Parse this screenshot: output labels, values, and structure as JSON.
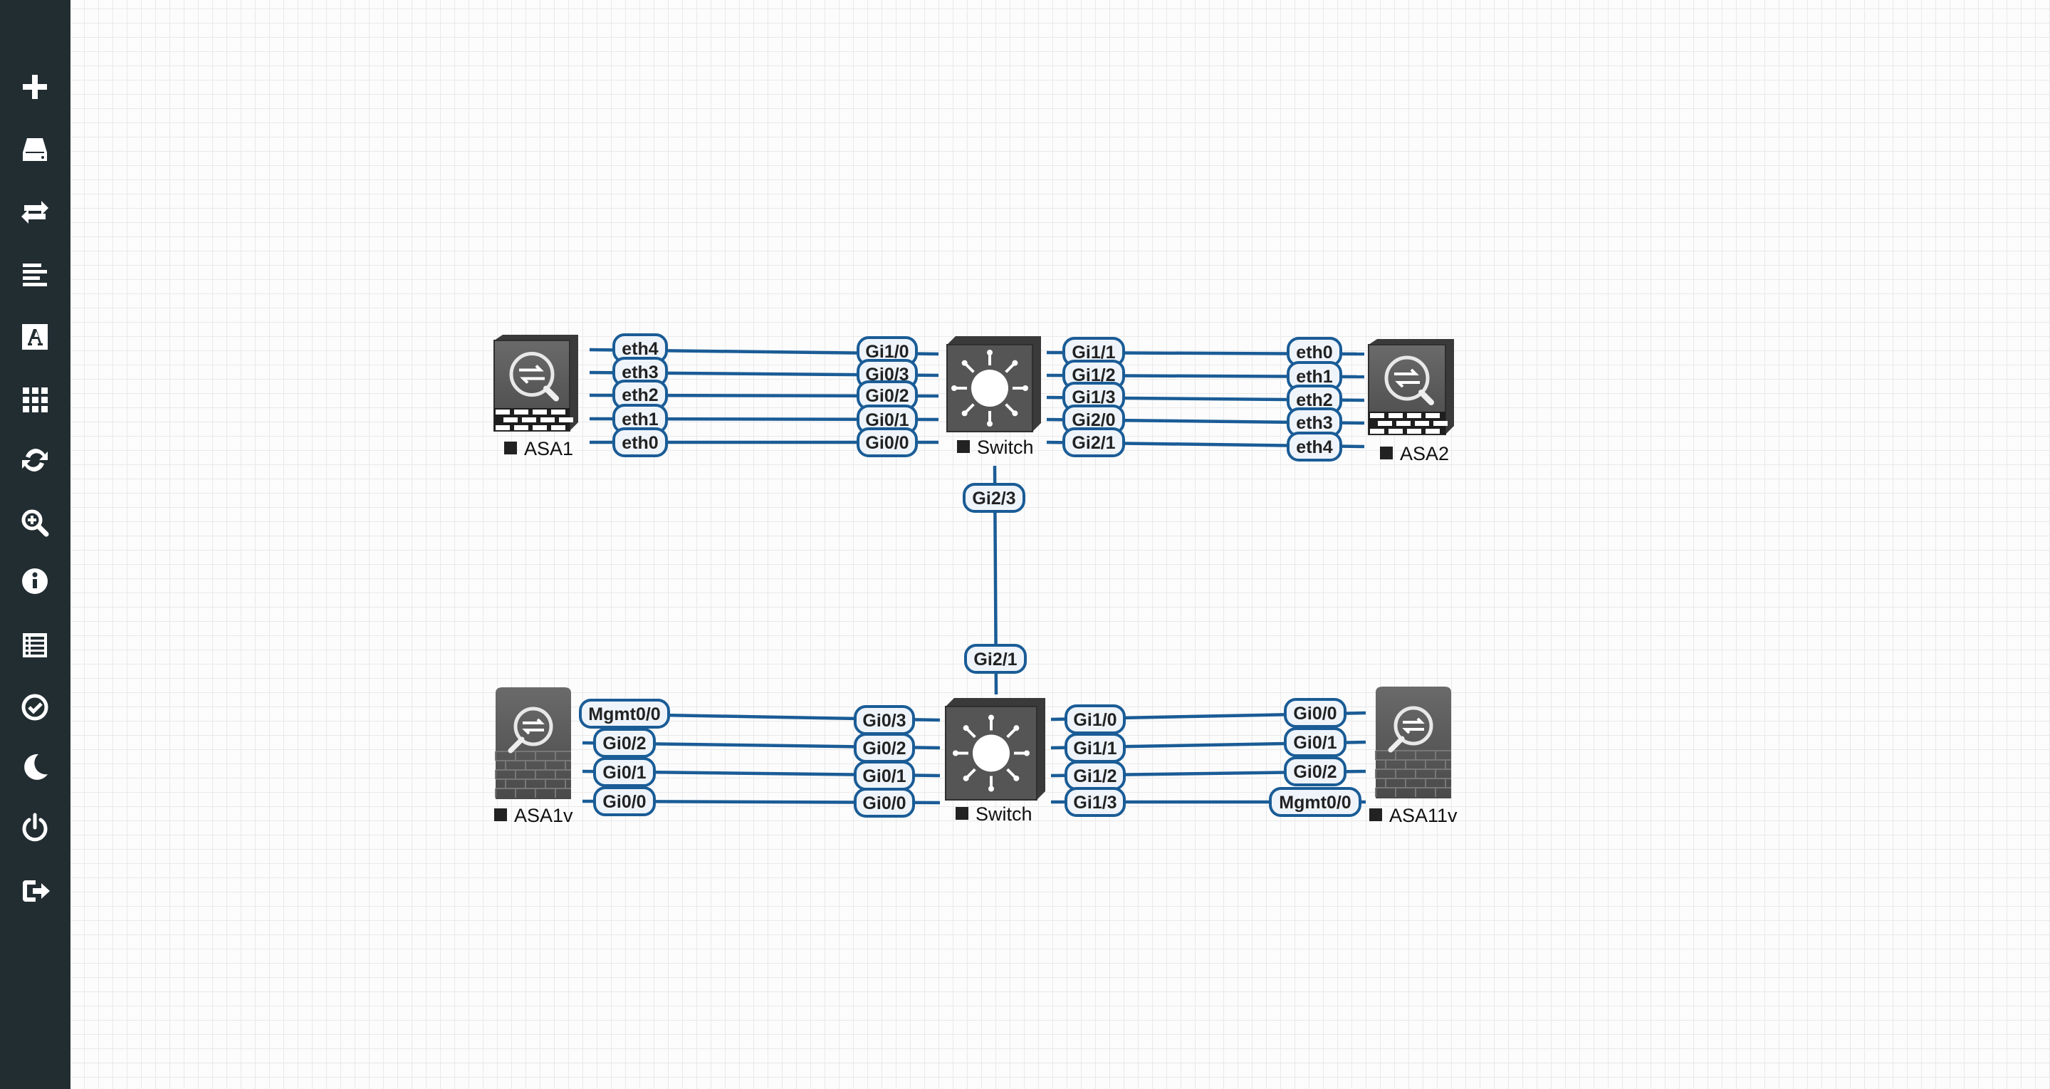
{
  "sidebar": {
    "tools": [
      {
        "icon": "plus-icon",
        "name": "add-object-tool"
      },
      {
        "icon": "hdd-icon",
        "name": "nodes-tool"
      },
      {
        "icon": "exchange-icon",
        "name": "networks-tool"
      },
      {
        "icon": "align-left-icon",
        "name": "startup-configs-tool"
      },
      {
        "icon": "font-icon",
        "name": "text-tool"
      },
      {
        "icon": "grid-icon",
        "name": "pictures-tool"
      },
      {
        "icon": "refresh-icon",
        "name": "refresh-topology-tool"
      },
      {
        "icon": "zoom-in-icon",
        "name": "zoom-tool"
      },
      {
        "icon": "info-icon",
        "name": "lab-details-tool"
      },
      {
        "icon": "list-icon",
        "name": "lab-list-tool"
      },
      {
        "icon": "check-circle-icon",
        "name": "status-tool"
      },
      {
        "icon": "moon-icon",
        "name": "dark-mode-tool"
      },
      {
        "icon": "power-icon",
        "name": "close-lab-tool"
      },
      {
        "icon": "sign-out-icon",
        "name": "logout-tool"
      }
    ]
  },
  "colors": {
    "sidebar_bg": "#222d32",
    "link": "#1a5c96",
    "port_label_bg": "#eef4fa",
    "device": "#525252"
  },
  "nodes": [
    {
      "id": "asa1",
      "label": "ASA1",
      "type": "asa-firewall"
    },
    {
      "id": "switch1",
      "label": "Switch",
      "type": "l3-switch"
    },
    {
      "id": "asa2",
      "label": "ASA2",
      "type": "asa-firewall"
    },
    {
      "id": "asa1v",
      "label": "ASA1v",
      "type": "asav-firewall"
    },
    {
      "id": "switch2",
      "label": "Switch",
      "type": "l3-switch"
    },
    {
      "id": "asa11v",
      "label": "ASA11v",
      "type": "asav-firewall"
    }
  ],
  "links": [
    {
      "from": "asa1",
      "from_port": "eth4",
      "to": "switch1",
      "to_port": "Gi1/0"
    },
    {
      "from": "asa1",
      "from_port": "eth3",
      "to": "switch1",
      "to_port": "Gi0/3"
    },
    {
      "from": "asa1",
      "from_port": "eth2",
      "to": "switch1",
      "to_port": "Gi0/2"
    },
    {
      "from": "asa1",
      "from_port": "eth1",
      "to": "switch1",
      "to_port": "Gi0/1"
    },
    {
      "from": "asa1",
      "from_port": "eth0",
      "to": "switch1",
      "to_port": "Gi0/0"
    },
    {
      "from": "switch1",
      "from_port": "Gi1/1",
      "to": "asa2",
      "to_port": "eth0"
    },
    {
      "from": "switch1",
      "from_port": "Gi1/2",
      "to": "asa2",
      "to_port": "eth1"
    },
    {
      "from": "switch1",
      "from_port": "Gi1/3",
      "to": "asa2",
      "to_port": "eth2"
    },
    {
      "from": "switch1",
      "from_port": "Gi2/0",
      "to": "asa2",
      "to_port": "eth3"
    },
    {
      "from": "switch1",
      "from_port": "Gi2/1",
      "to": "asa2",
      "to_port": "eth4"
    },
    {
      "from": "switch1",
      "from_port": "Gi2/3",
      "to": "switch2",
      "to_port": "Gi2/1"
    },
    {
      "from": "asa1v",
      "from_port": "Mgmt0/0",
      "to": "switch2",
      "to_port": "Gi0/3"
    },
    {
      "from": "asa1v",
      "from_port": "Gi0/2",
      "to": "switch2",
      "to_port": "Gi0/2"
    },
    {
      "from": "asa1v",
      "from_port": "Gi0/1",
      "to": "switch2",
      "to_port": "Gi0/1"
    },
    {
      "from": "asa1v",
      "from_port": "Gi0/0",
      "to": "switch2",
      "to_port": "Gi0/0"
    },
    {
      "from": "switch2",
      "from_port": "Gi1/0",
      "to": "asa11v",
      "to_port": "Gi0/0"
    },
    {
      "from": "switch2",
      "from_port": "Gi1/1",
      "to": "asa11v",
      "to_port": "Gi0/1"
    },
    {
      "from": "switch2",
      "from_port": "Gi1/2",
      "to": "asa11v",
      "to_port": "Gi0/2"
    },
    {
      "from": "switch2",
      "from_port": "Gi1/3",
      "to": "asa11v",
      "to_port": "Mgmt0/0"
    }
  ]
}
